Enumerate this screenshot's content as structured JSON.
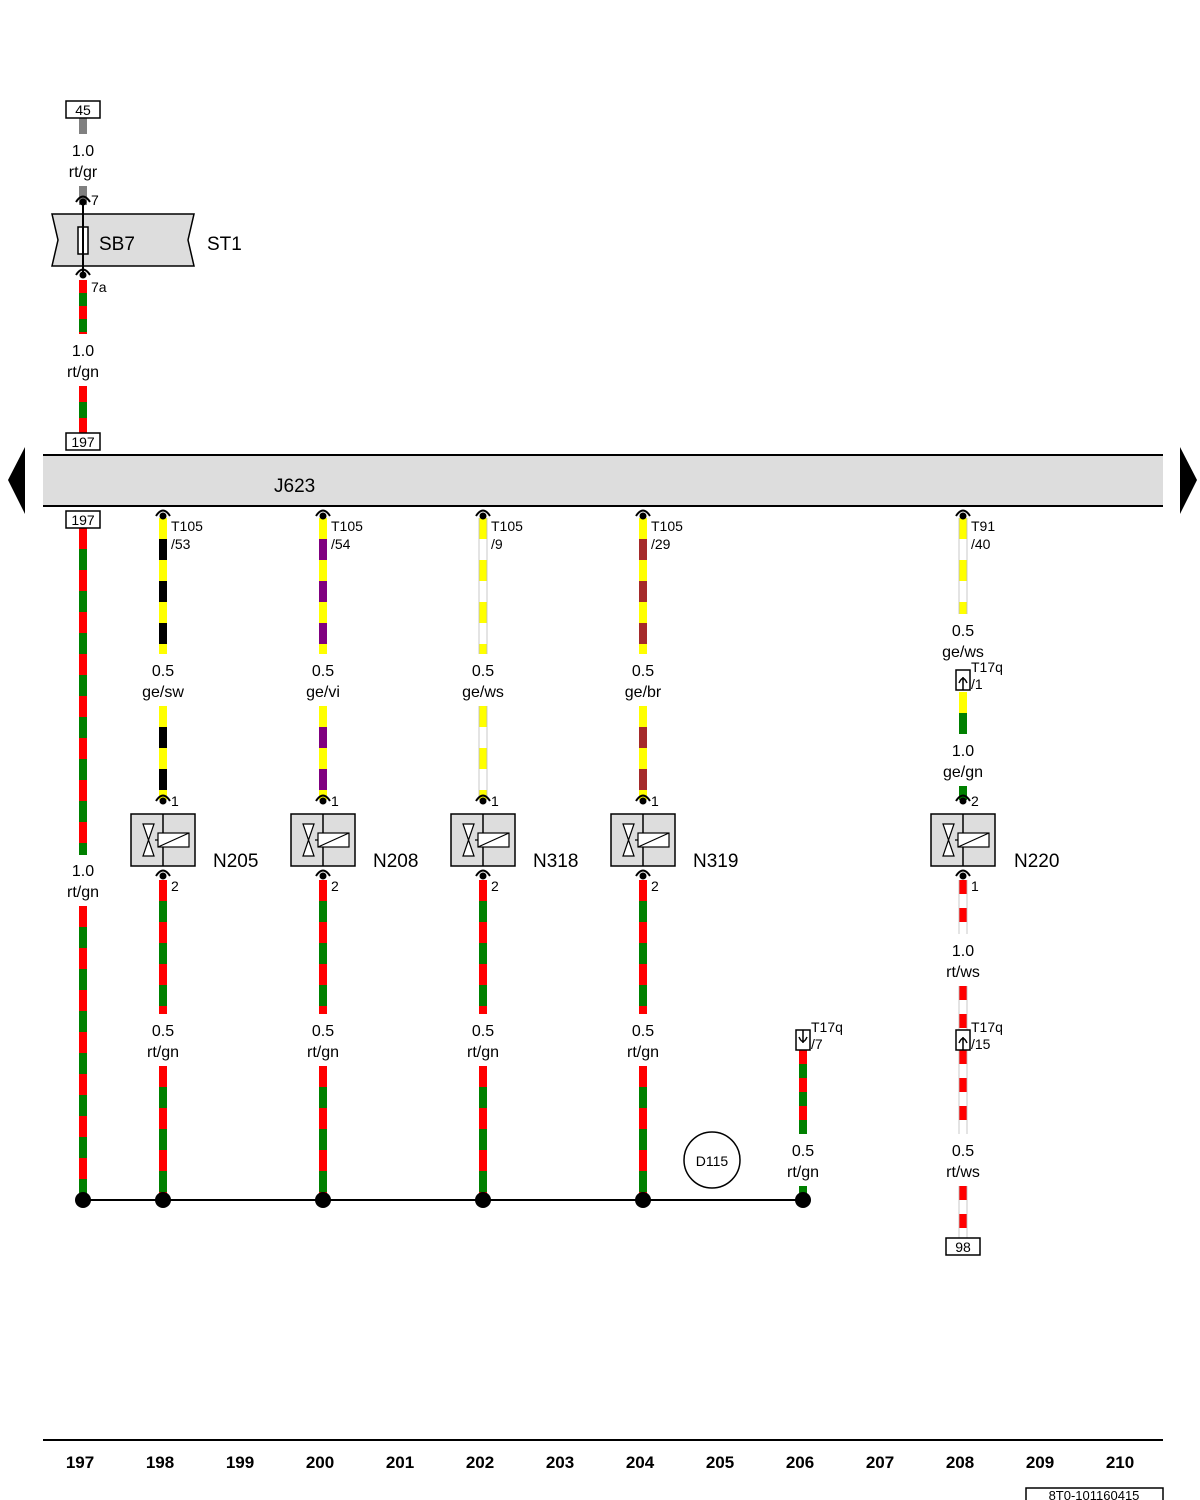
{
  "diagram": {
    "colors": {
      "rt": "#ff0000",
      "gn": "#008000",
      "ge": "#ffff00",
      "sw": "#000000",
      "vi": "#800080",
      "ws": "#ffffff",
      "br": "#a52a2a",
      "gr": "#808080",
      "unit_fill": "#dddddd"
    },
    "top_ref": "45",
    "fuse": {
      "name": "SB7",
      "holder": "ST1",
      "pin_in": "7",
      "pin_out": "7a"
    },
    "top_wire": {
      "size": "1.0",
      "color": "rt/gr"
    },
    "feed_wire": {
      "size": "1.0",
      "color": "rt/gn"
    },
    "ref_197_top": "197",
    "ref_197_bottom": "197",
    "control_unit": "J623",
    "col_197_wire": {
      "size": "1.0",
      "color": "rt/gn"
    },
    "branches": [
      {
        "connector": "T105",
        "pin": "/53",
        "wire_size": "0.5",
        "wire_color": "ge/sw",
        "valve": "N205",
        "pin1": "1",
        "pin2": "2",
        "return_size": "0.5",
        "return_color": "rt/gn"
      },
      {
        "connector": "T105",
        "pin": "/54",
        "wire_size": "0.5",
        "wire_color": "ge/vi",
        "valve": "N208",
        "pin1": "1",
        "pin2": "2",
        "return_size": "0.5",
        "return_color": "rt/gn"
      },
      {
        "connector": "T105",
        "pin": "/9",
        "wire_size": "0.5",
        "wire_color": "ge/ws",
        "valve": "N318",
        "pin1": "1",
        "pin2": "2",
        "return_size": "0.5",
        "return_color": "rt/gn"
      },
      {
        "connector": "T105",
        "pin": "/29",
        "wire_size": "0.5",
        "wire_color": "ge/br",
        "valve": "N319",
        "pin1": "1",
        "pin2": "2",
        "return_size": "0.5",
        "return_color": "rt/gn"
      }
    ],
    "n220": {
      "connector": "T91",
      "pin": "/40",
      "wire1_size": "0.5",
      "wire1_color": "ge/ws",
      "conn2": "T17q",
      "conn2_pin": "/1",
      "wire2_size": "1.0",
      "wire2_color": "ge/gn",
      "valve": "N220",
      "pin_top": "2",
      "pin_bottom": "1",
      "wire3_size": "1.0",
      "wire3_color": "rt/ws",
      "conn3": "T17q",
      "conn3_pin": "/15",
      "wire4_size": "0.5",
      "wire4_color": "rt/ws",
      "ref_bottom": "98"
    },
    "col206": {
      "connector": "T17q",
      "pin": "/7",
      "wire_size": "0.5",
      "wire_color": "rt/gn"
    },
    "ground": "D115",
    "columns": [
      "197",
      "198",
      "199",
      "200",
      "201",
      "202",
      "203",
      "204",
      "205",
      "206",
      "207",
      "208",
      "209",
      "210"
    ],
    "doc_id": "8T0-101160415"
  }
}
